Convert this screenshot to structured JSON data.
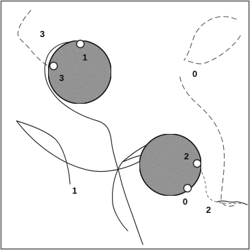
{
  "labels": {
    "top_left_3": "3",
    "circle1_1": "1",
    "circle1_3": "3",
    "right_0": "0",
    "bottom_1": "1",
    "circle2_2": "2",
    "circle2_0": "0",
    "bottom_right_2": "2"
  },
  "colors": {
    "frame": "#555555",
    "obstacle_fill": "#a8a8a8",
    "curve": "#2a2a2a"
  }
}
